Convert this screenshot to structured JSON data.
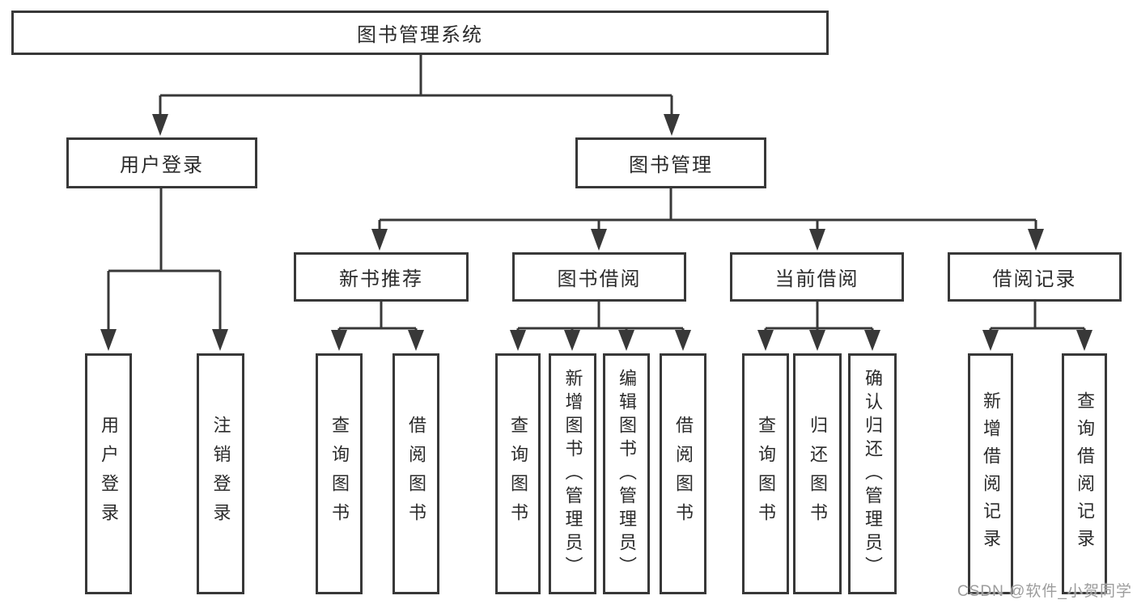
{
  "diagram": {
    "tree": {
      "label": "图书管理系统",
      "children": [
        {
          "label": "用户登录",
          "children": [
            {
              "label": "用户登录"
            },
            {
              "label": "注销登录"
            }
          ]
        },
        {
          "label": "图书管理",
          "children": [
            {
              "label": "新书推荐",
              "children": [
                {
                  "label": "查询图书"
                },
                {
                  "label": "借阅图书"
                }
              ]
            },
            {
              "label": "图书借阅",
              "children": [
                {
                  "label": "查询图书"
                },
                {
                  "label": "新增图书（管理员）"
                },
                {
                  "label": "编辑图书（管理员）"
                },
                {
                  "label": "借阅图书"
                }
              ]
            },
            {
              "label": "当前借阅",
              "children": [
                {
                  "label": "查询图书"
                },
                {
                  "label": "归还图书"
                },
                {
                  "label": "确认归还（管理员）"
                }
              ]
            },
            {
              "label": "借阅记录",
              "children": [
                {
                  "label": "新增借阅记录"
                },
                {
                  "label": "查询借阅记录"
                }
              ]
            }
          ]
        }
      ]
    }
  },
  "watermark": {
    "text": "CSDN @软件_小贺同学"
  },
  "colors": {
    "line": "#383838",
    "text": "#2b2b2b",
    "background": "#ffffff",
    "watermark": "#9c9c9c"
  }
}
